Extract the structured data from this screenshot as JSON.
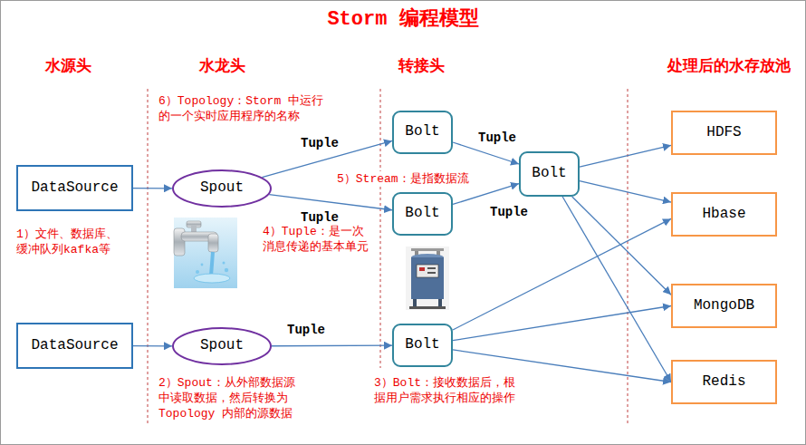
{
  "diagram": {
    "title": "Storm 编程模型",
    "nodes": [
      {
        "text": [
          "DataSource"
        ]
      },
      {
        "text": [
          "Spout"
        ]
      },
      {
        "text": [
          "Bolt"
        ]
      },
      {
        "text": [
          "Bolt"
        ]
      },
      {
        "text": [
          "Bolt"
        ]
      },
      {
        "text": [
          "DataSource"
        ]
      },
      {
        "text": [
          "Spout"
        ]
      },
      {
        "text": [
          "Bolt"
        ]
      },
      {
        "text": [
          "HDFS"
        ]
      },
      {
        "text": [
          "Hbase"
        ]
      },
      {
        "text": [
          "MongoDB"
        ]
      },
      {
        "text": [
          "Redis"
        ]
      }
    ],
    "edges": [
      {
        "from": 0,
        "to": 1,
        "arrow": "to"
      },
      {
        "from": 1,
        "to": 2,
        "label": "Tuple",
        "arrow": "to"
      },
      {
        "from": 1,
        "to": 3,
        "label": "Tuple",
        "arrow": "to"
      },
      {
        "from": 2,
        "to": 4,
        "label": "Tuple",
        "arrow": "to"
      },
      {
        "from": 3,
        "to": 4,
        "label": "Tuple",
        "arrow": "to"
      },
      {
        "from": 4,
        "to": 8,
        "arrow": "to"
      },
      {
        "from": 4,
        "to": 9,
        "arrow": "to"
      },
      {
        "from": 4,
        "to": 10,
        "arrow": "to"
      },
      {
        "from": 4,
        "to": 11,
        "arrow": "to"
      },
      {
        "from": 5,
        "to": 6,
        "arrow": "to"
      },
      {
        "from": 6,
        "to": 7,
        "label": "Tuple",
        "arrow": "to"
      },
      {
        "from": 7,
        "to": 9,
        "arrow": "to"
      },
      {
        "from": 7,
        "to": 10,
        "arrow": "to"
      },
      {
        "from": 7,
        "to": 11,
        "arrow": "to"
      }
    ],
    "labels": [
      "水源头",
      "水龙头",
      "转接头",
      "处理后的水存放池",
      "6）Topology：Storm 中运行 的一个实时应用程序的名称",
      "5）Stream：是指数据流",
      "1）文件、数据库、 缓冲队列kafka等",
      "4）Tuple：是一次 消息传递的基本单元",
      "2）Spout：从外部数据源 中读取数据，然后转换为 Topology 内部的源数据",
      "3）Bolt：接收数据后，根 据用户需求执行相应的操作"
    ]
  }
}
